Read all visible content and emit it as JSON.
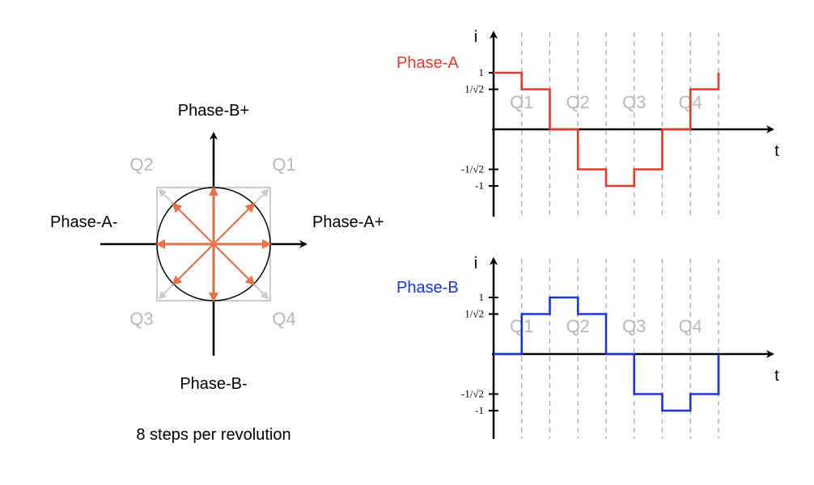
{
  "phasor": {
    "labels": {
      "b_plus": "Phase-B+",
      "b_minus": "Phase-B-",
      "a_plus": "Phase-A+",
      "a_minus": "Phase-A-"
    },
    "quadrants": {
      "q1": "Q1",
      "q2": "Q2",
      "q3": "Q3",
      "q4": "Q4"
    },
    "caption": "8 steps per revolution",
    "arrow_color": "#e8734a",
    "ghost_color": "#cccccc"
  },
  "chart_data": [
    {
      "type": "line",
      "step": true,
      "title": "Phase-A",
      "series_color": "#e53a2a",
      "xlabel": "t",
      "ylabel": "i",
      "ytick_labels": [
        "1",
        "1/√2",
        "-1/√2",
        "-1"
      ],
      "quadrant_labels": [
        "Q1",
        "Q2",
        "Q3",
        "Q4"
      ],
      "steps": [
        1,
        0.7071,
        0,
        -0.7071,
        -1,
        -0.7071,
        0,
        0.7071,
        1
      ]
    },
    {
      "type": "line",
      "step": true,
      "title": "Phase-B",
      "series_color": "#1a35e0",
      "xlabel": "t",
      "ylabel": "i",
      "ytick_labels": [
        "1",
        "1/√2",
        "-1/√2",
        "-1"
      ],
      "quadrant_labels": [
        "Q1",
        "Q2",
        "Q3",
        "Q4"
      ],
      "steps": [
        0,
        0.7071,
        1,
        0.7071,
        0,
        -0.7071,
        -1,
        -0.7071,
        0
      ]
    }
  ]
}
